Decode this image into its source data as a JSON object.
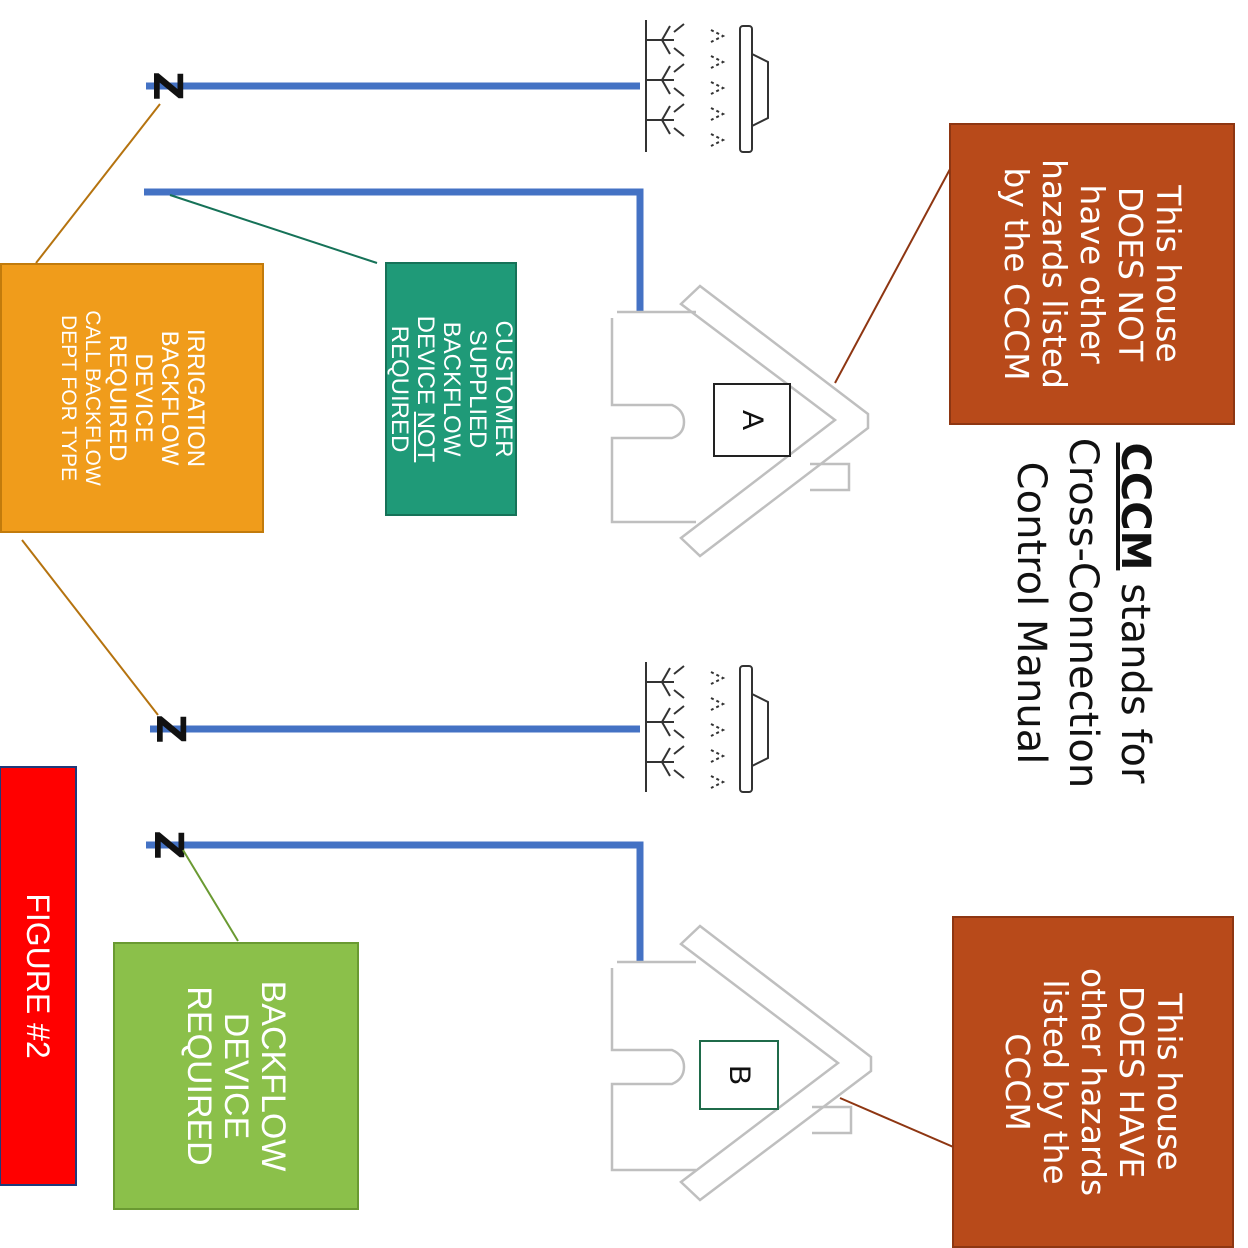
{
  "caption": {
    "bold": "CCCM",
    "line1_rest": " stands for",
    "line2": "Cross-Connection",
    "line3": "Control Manual"
  },
  "house_a": {
    "label": "A",
    "note": [
      "This house",
      "DOES NOT",
      "have other",
      "hazards listed",
      "by the CCCM"
    ]
  },
  "house_b": {
    "label": "B",
    "note": [
      "This house",
      "DOES HAVE",
      "other hazards",
      "listed by the",
      "CCCM"
    ]
  },
  "customer_box": {
    "lines": [
      "CUSTOMER",
      "SUPPLIED",
      "BACKFLOW"
    ],
    "line4_prefix": "DEVICE ",
    "line4_under": "NOT",
    "line5": "REQUIRED"
  },
  "irrigation_box": {
    "lines": [
      "IRRIGATION",
      "BACKFLOW",
      "DEVICE",
      "REQUIRED"
    ],
    "small_lines": [
      "CALL BACKFLOW",
      "DEPT FOR TYPE"
    ]
  },
  "backflow_box": {
    "lines": [
      "BACKFLOW",
      "DEVICE",
      "REQUIRED"
    ]
  },
  "figure": {
    "label": "FIGURE #2"
  },
  "valve_symbol": "Z",
  "colors": {
    "pipe": "#4472c4",
    "brown": "#b84a1a",
    "teal": "#1f9a78",
    "orange": "#f09c1b",
    "green": "#8bc04a",
    "red": "#ff0000",
    "house_outline": "#bfbfbf"
  },
  "icons": [
    "house-icon",
    "sprinkler-plants-icon",
    "valve-icon"
  ]
}
